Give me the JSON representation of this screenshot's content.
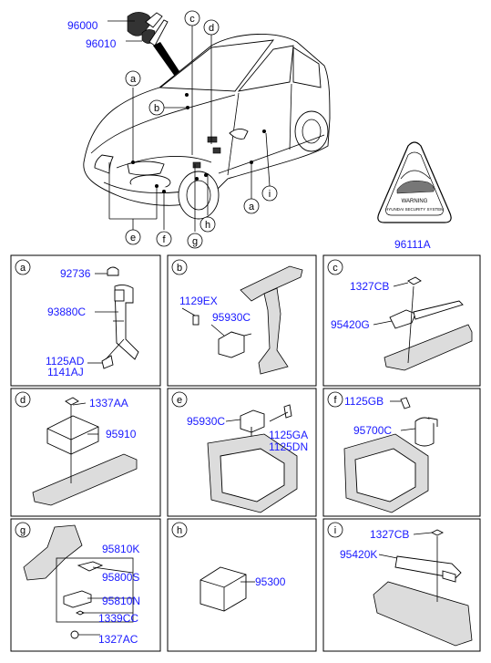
{
  "overview": {
    "labels": {
      "p96000": "96000",
      "p96010": "96010",
      "p96111a": "96111A",
      "a1": "a",
      "a2": "a",
      "b": "b",
      "c": "c",
      "d": "d",
      "e": "e",
      "f": "f",
      "g": "g",
      "h": "h",
      "i": "i"
    },
    "warning_sticker": {
      "title": "WARNING",
      "subtitle": "HYUNDAI SECURITY SYSTEM"
    }
  },
  "panels": {
    "a": {
      "letter": "a",
      "parts": [
        "92736",
        "93880C",
        "1125AD",
        "1141AJ"
      ]
    },
    "b": {
      "letter": "b",
      "parts": [
        "1129EX",
        "95930C"
      ]
    },
    "c": {
      "letter": "c",
      "parts": [
        "1327CB",
        "95420G"
      ]
    },
    "d": {
      "letter": "d",
      "parts": [
        "1337AA",
        "95910"
      ]
    },
    "e": {
      "letter": "e",
      "parts": [
        "95930C",
        "1125GA",
        "1125DN"
      ]
    },
    "f": {
      "letter": "f",
      "parts": [
        "1125GB",
        "95700C"
      ]
    },
    "g": {
      "letter": "g",
      "parts": [
        "95810K",
        "95800S",
        "95810N",
        "1339CC",
        "1327AC"
      ]
    },
    "h": {
      "letter": "h",
      "parts": [
        "95300"
      ]
    },
    "i": {
      "letter": "i",
      "parts": [
        "1327CB",
        "95420K"
      ]
    }
  }
}
